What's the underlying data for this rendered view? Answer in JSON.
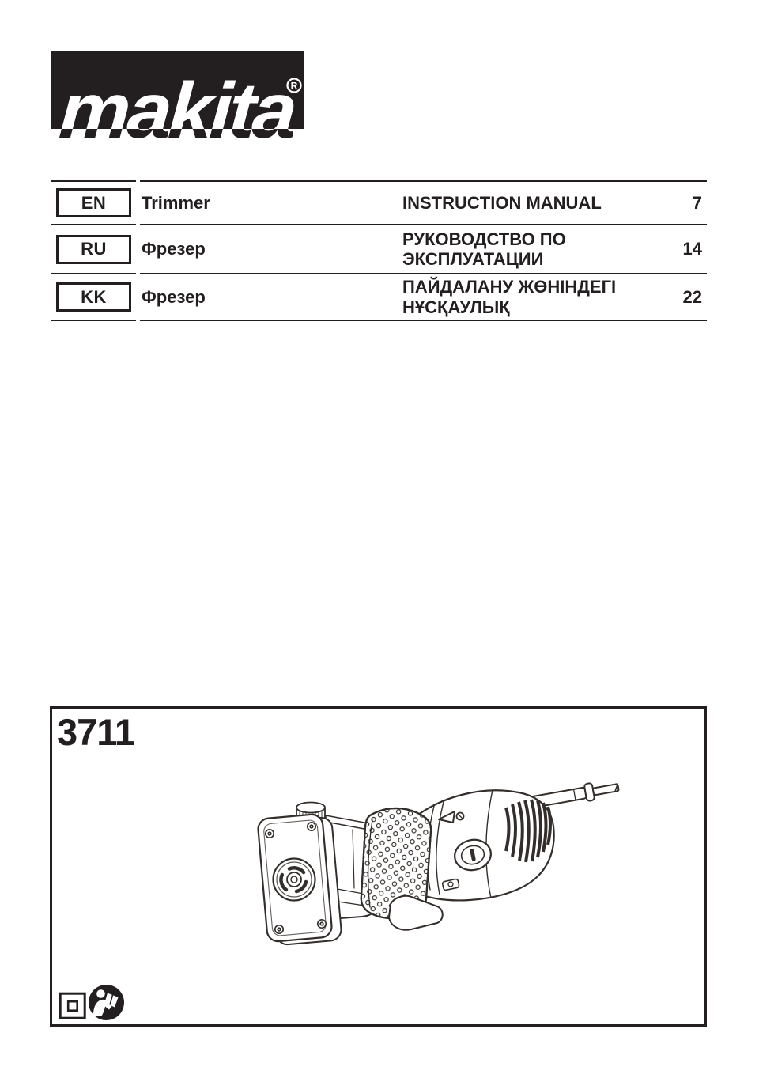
{
  "brand": {
    "logo_text": "makita",
    "registered_mark": "®"
  },
  "toc": {
    "rows": [
      {
        "code": "EN",
        "product": "Trimmer",
        "title": "INSTRUCTION MANUAL",
        "page": "7"
      },
      {
        "code": "RU",
        "product": "Фрезер",
        "title": "РУКОВОДСТВО ПО ЭКСПЛУАТАЦИИ",
        "page": "14"
      },
      {
        "code": "KK",
        "product": "Фрезер",
        "title": "ПАЙДАЛАНУ ЖӨНІНДЕГІ НҰСҚАУЛЫҚ",
        "page": "22"
      }
    ]
  },
  "product": {
    "model": "3711",
    "illustration": "trimmer-line-drawing"
  },
  "footer_icons": [
    {
      "name": "double-insulation-icon"
    },
    {
      "name": "read-instruction-manual-icon"
    }
  ],
  "colors": {
    "ink": "#231f20",
    "paper": "#ffffff"
  }
}
